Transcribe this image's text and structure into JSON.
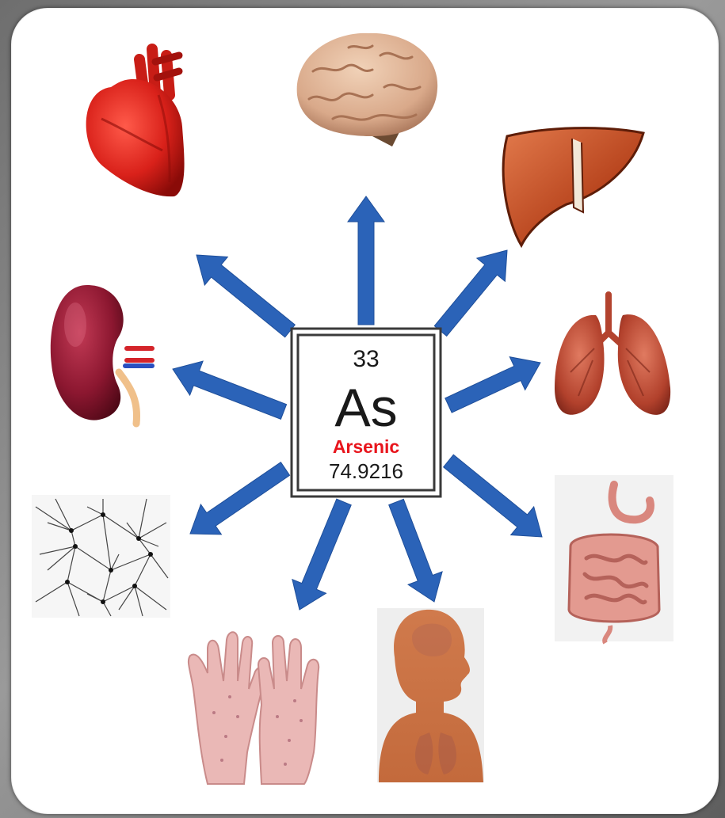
{
  "element": {
    "atomic_number": "33",
    "symbol": "As",
    "name": "Arsenic",
    "atomic_mass": "74.9216"
  },
  "colors": {
    "arrow": "#2b63b8",
    "element_name": "#e8141c",
    "element_border": "#3a3a3a"
  },
  "targets": [
    {
      "icon": "heart-icon"
    },
    {
      "icon": "brain-icon"
    },
    {
      "icon": "liver-icon"
    },
    {
      "icon": "lungs-icon"
    },
    {
      "icon": "intestines-icon"
    },
    {
      "icon": "child-body-icon"
    },
    {
      "icon": "hands-skin-icon"
    },
    {
      "icon": "nerve-network-icon"
    },
    {
      "icon": "kidney-icon"
    }
  ]
}
